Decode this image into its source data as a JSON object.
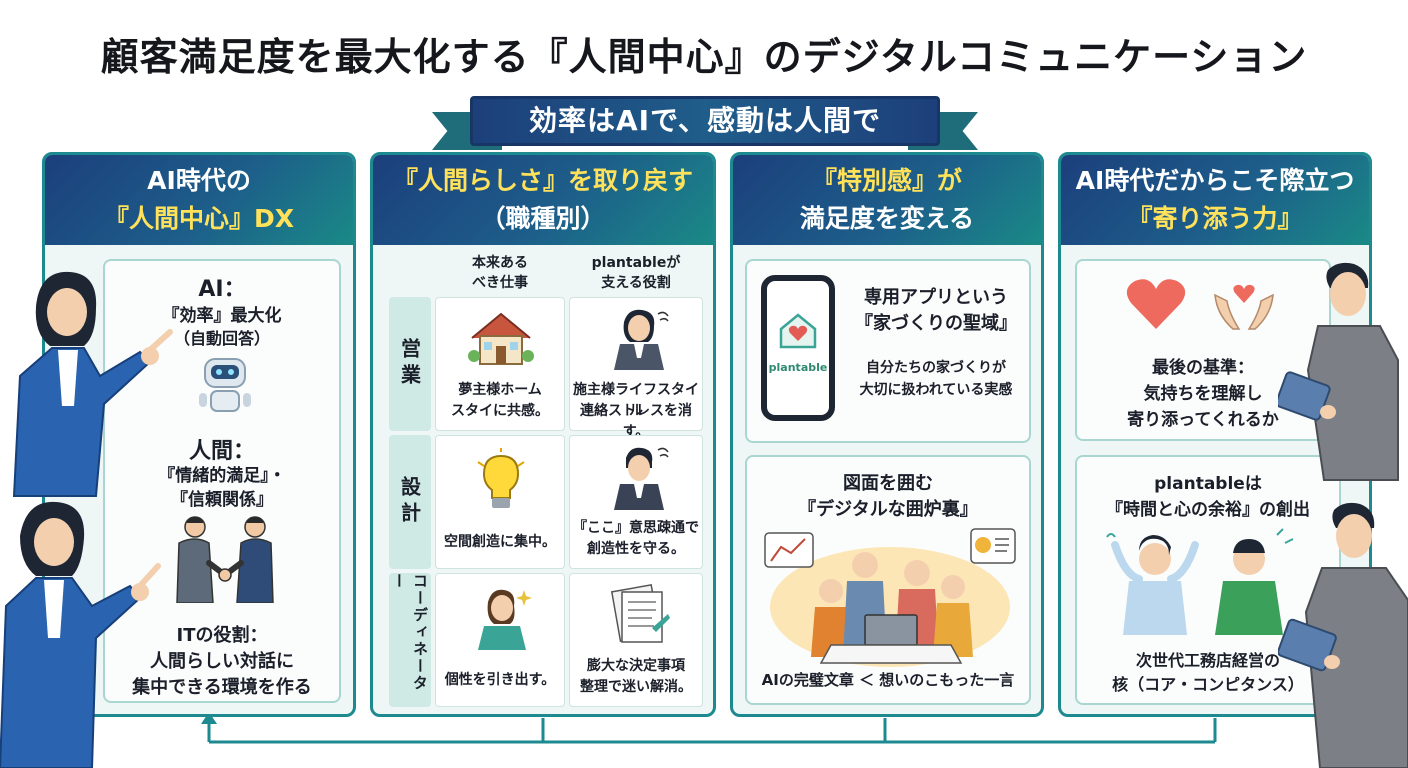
{
  "title": "顧客満足度を最大化する『人間中心』のデジタルコミュニケーション",
  "ribbon": "効率はAIで、感動は人間で",
  "panel1": {
    "header_line1": "AI時代の",
    "header_line2": "『人間中心』DX",
    "ai_title": "AI：",
    "ai_line1": "『効率』最大化",
    "ai_line2": "（自動回答）",
    "human_title": "人間：",
    "human_line1": "『情緒的満足』・",
    "human_line2": "『信頼関係』",
    "it_line1": "ITの役割：",
    "it_line2": "人間らしい対話に",
    "it_line3": "集中できる環境を作る"
  },
  "panel2": {
    "header_line1": "『人間らしさ』を取り戻す",
    "header_line2": "（職種別）",
    "col1_line1": "本来ある",
    "col1_line2": "べき仕事",
    "col2_line1": "plantableが",
    "col2_line2": "支える役割",
    "rows": [
      {
        "label": "営業",
        "a1": "夢主様ホーム",
        "a2": "スタイに共感。",
        "b1": "施主様ライフスタイル",
        "b2": "連絡ストレスを消す。"
      },
      {
        "label": "設計",
        "a1": "空間創造に集中。",
        "a2": "",
        "b1": "『ここ』意思疎通で",
        "b2": "創造性を守る。"
      },
      {
        "label": "コーディネーター",
        "a1": "個性を引き出す。",
        "a2": "",
        "b1": "膨大な決定事項",
        "b2": "整理で迷い解消。"
      }
    ]
  },
  "panel3": {
    "header_line1": "『特別感』が",
    "header_line2": "満足度を変える",
    "app_brand": "plantable",
    "app_title1": "専用アプリという",
    "app_title2": "『家づくりの聖域』",
    "app_desc1": "自分たちの家づくりが",
    "app_desc2": "大切に扱われている実感",
    "irori_title1": "図面を囲む",
    "irori_title2": "『デジタルな囲炉裏』",
    "compare": "AIの完璧文章 ＜ 想いのこもった一言"
  },
  "panel4": {
    "header_line1": "AI時代だからこそ際立つ",
    "header_line2": "『寄り添う力』",
    "heart_line1": "最後の基準：",
    "heart_line2": "気持ちを理解し",
    "heart_line3": "寄り添ってくれるか",
    "pl_line1": "plantableは",
    "pl_line2": "『時間と心の余裕』の創出",
    "core_line1": "次世代工務店経営の",
    "core_line2": "核（コア・コンピタンス）"
  },
  "colors": {
    "navy": "#1c3f7c",
    "teal": "#1d8a90",
    "accent_yellow": "#ffe15a"
  }
}
